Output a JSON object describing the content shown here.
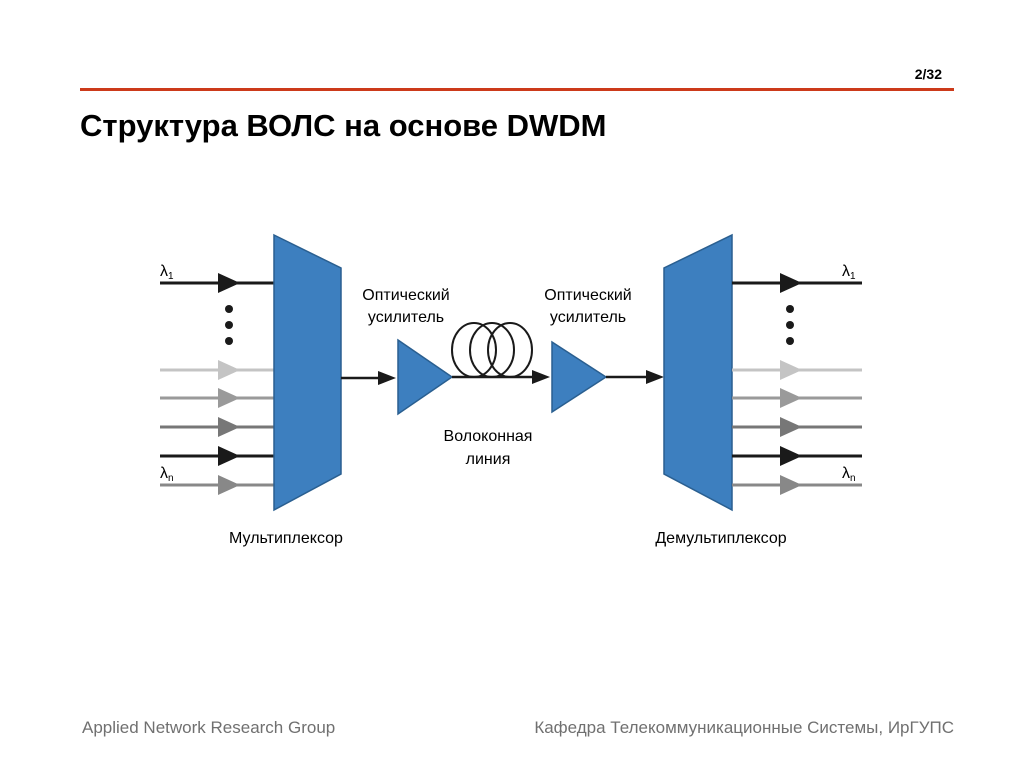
{
  "slide": {
    "number": "2/32",
    "title": "Структура ВОЛС на основе DWDM",
    "accent_color": "#cc3a1a"
  },
  "diagram": {
    "multiplexer_label": "Мультиплексор",
    "demultiplexer_label": "Демультиплексор",
    "amplifier_label_line1": "Оптический",
    "amplifier_label_line2": "усилитель",
    "fiber_label_line1": "Волоконная",
    "fiber_label_line2": "линия",
    "lambda_first": "λ",
    "lambda_first_sub": "1",
    "lambda_last": "λ",
    "lambda_last_sub": "n",
    "block_color": "#3d7fbf"
  },
  "footer": {
    "left": "Applied Network Research Group",
    "right": "Кафедра Телекоммуникационные Системы, ИрГУПС"
  }
}
